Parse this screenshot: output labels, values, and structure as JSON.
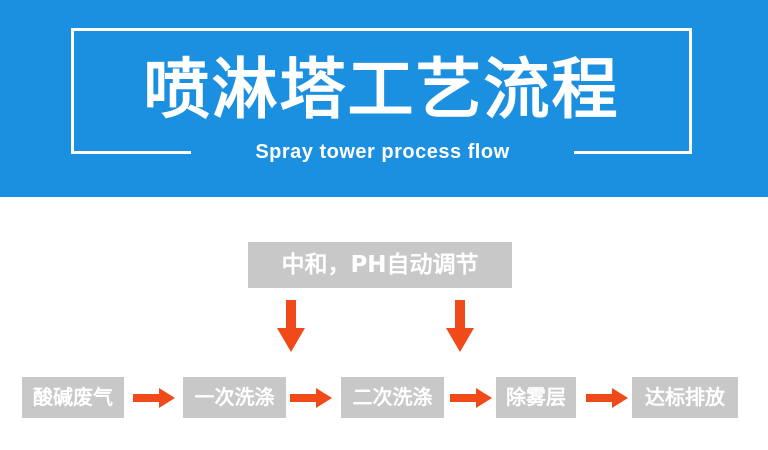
{
  "header": {
    "title": "喷淋塔工艺流程",
    "subtitle": "Spray tower process flow",
    "background_color": "#1b8fe0"
  },
  "diagram": {
    "input_box": "中和，PH自动调节",
    "steps": [
      "酸碱废气",
      "一次洗涤",
      "二次洗涤",
      "除雾层",
      "达标排放"
    ],
    "box_color": "#c8c8c8",
    "arrow_color": "#f04a1a"
  }
}
